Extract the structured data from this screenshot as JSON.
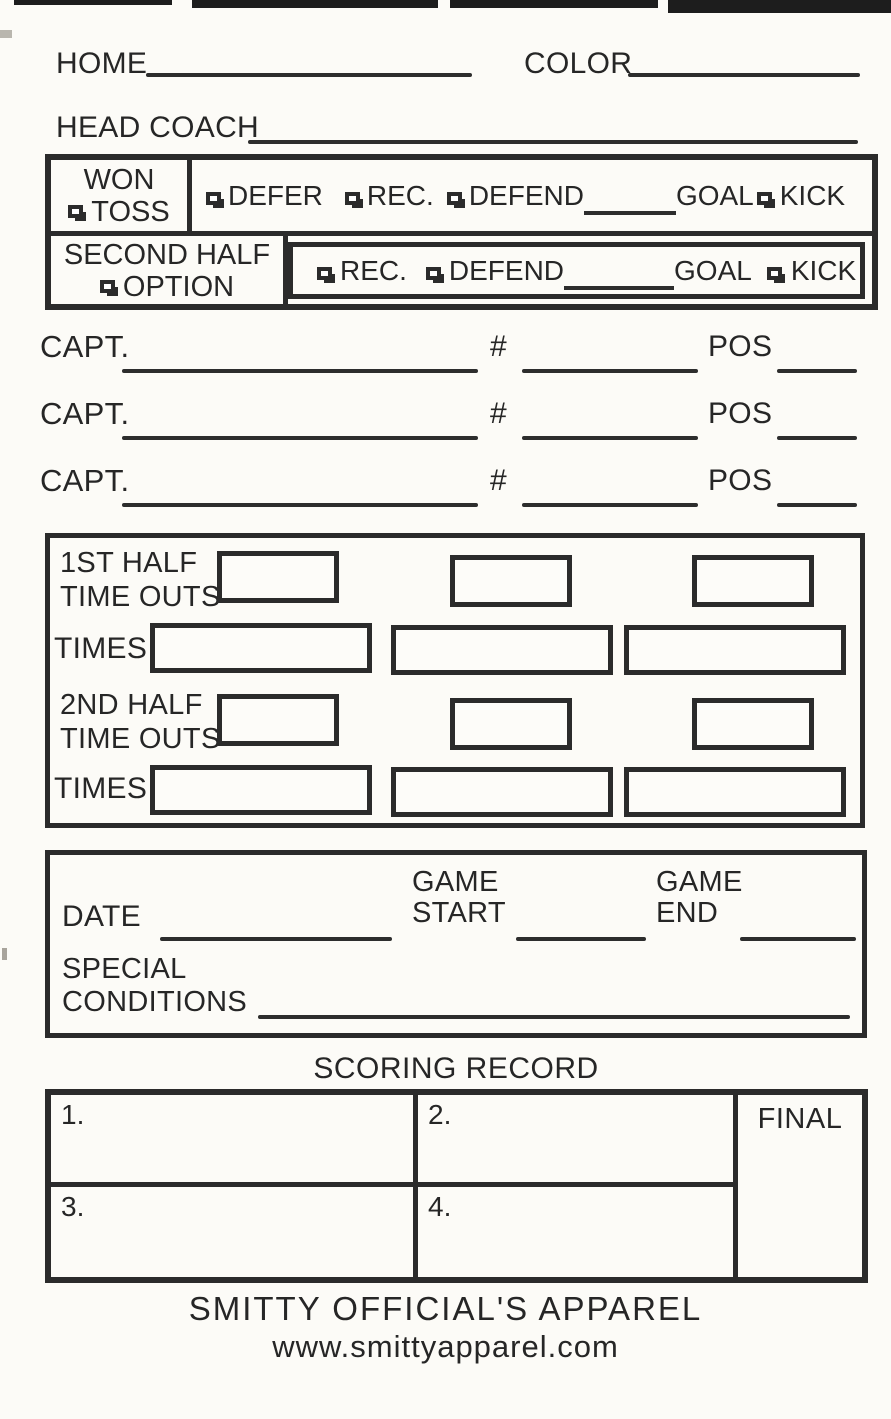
{
  "colors": {
    "paper": "#fcfbf7",
    "ink": "#2b2b2b"
  },
  "header": {
    "home_label": "HOME",
    "color_label": "COLOR",
    "head_coach_label": "HEAD COACH"
  },
  "coin_toss": {
    "won_label": "WON",
    "toss_label": "TOSS",
    "defer_label": "DEFER",
    "rec_label": "REC.",
    "defend_label": "DEFEND",
    "goal_label": "GOAL",
    "kick_label": "KICK",
    "second_half_label": "SECOND HALF",
    "option_label": "OPTION"
  },
  "captains": {
    "capt_label": "CAPT.",
    "number_label": "#",
    "pos_label": "POS"
  },
  "timeouts": {
    "first_half_line1": "1ST HALF",
    "first_half_line2": "TIME OUTS",
    "second_half_line1": "2ND HALF",
    "second_half_line2": "TIME OUTS",
    "times_label": "TIMES"
  },
  "game_info": {
    "date_label": "DATE",
    "game_start_line1": "GAME",
    "game_start_line2": "START",
    "game_end_line1": "GAME",
    "game_end_line2": "END",
    "special_line1": "SPECIAL",
    "special_line2": "CONDITIONS"
  },
  "scoring": {
    "title": "SCORING RECORD",
    "quarters": [
      "1.",
      "2.",
      "3.",
      "4."
    ],
    "final_label": "FINAL"
  },
  "footer": {
    "brand": "SMITTY OFFICIAL'S APPAREL",
    "website": "www.smittyapparel.com"
  }
}
